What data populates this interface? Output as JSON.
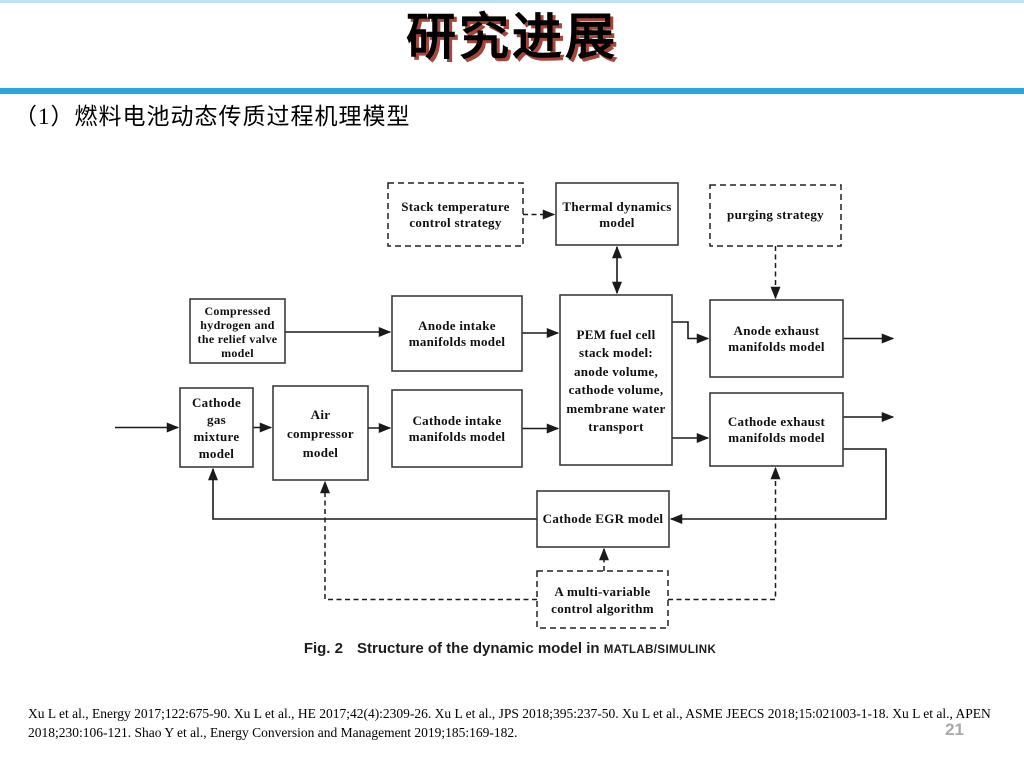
{
  "slide": {
    "title": "研究进展",
    "subtitle": "（1）燃料电池动态传质过程机理模型",
    "page_number": "21",
    "accent_color": "#29a7db",
    "title_shadow_color": "#962618"
  },
  "figure_caption": {
    "fig_label": "Fig. 2",
    "text": "Structure of the dynamic model in",
    "smallcaps": "MATLAB/SIMULINK"
  },
  "references": {
    "line1": "Xu L et al., Energy 2017;122:675-90. Xu L et al., HE 2017;42(4):2309-26. Xu L et al., JPS 2018;395:237-50. Xu L et al., ASME JEECS 2018;15:021003-1-18. Xu L et al., APEN",
    "line2": "2018;230:106-121. Shao Y et al., Energy Conversion and Management 2019;185:169-182."
  },
  "diagram": {
    "boxes": {
      "stack_temp": {
        "style": "dashed",
        "lines": [
          "Stack temperature",
          "control strategy"
        ]
      },
      "thermal": {
        "style": "solid",
        "lines": [
          "Thermal dynamics",
          "model"
        ]
      },
      "purging": {
        "style": "dashed",
        "lines": [
          "purging strategy"
        ]
      },
      "comp_h2": {
        "style": "solid",
        "lines": [
          "Compressed",
          "hydrogen and",
          "the relief valve",
          "model"
        ]
      },
      "anode_intake": {
        "style": "solid",
        "lines": [
          "Anode intake",
          "manifolds model"
        ]
      },
      "pem": {
        "style": "solid",
        "lines": [
          "PEM fuel cell",
          "stack model:",
          "anode volume,",
          "cathode volume,",
          "membrane water",
          "transport"
        ]
      },
      "anode_exhaust": {
        "style": "solid",
        "lines": [
          "Anode exhaust",
          "manifolds model"
        ]
      },
      "cathode_exhaust": {
        "style": "solid",
        "lines": [
          "Cathode exhaust",
          "manifolds model"
        ]
      },
      "cathode_gas": {
        "style": "solid",
        "lines": [
          "Cathode",
          "gas",
          "mixture",
          "model"
        ]
      },
      "air_comp": {
        "style": "solid",
        "lines": [
          "Air",
          "compressor",
          "model"
        ]
      },
      "cathode_intake": {
        "style": "solid",
        "lines": [
          "Cathode intake",
          "manifolds model"
        ]
      },
      "egr": {
        "style": "solid",
        "lines": [
          "Cathode EGR model"
        ]
      },
      "mv": {
        "style": "dashed",
        "lines": [
          "A multi-variable",
          "control algorithm"
        ]
      }
    }
  }
}
